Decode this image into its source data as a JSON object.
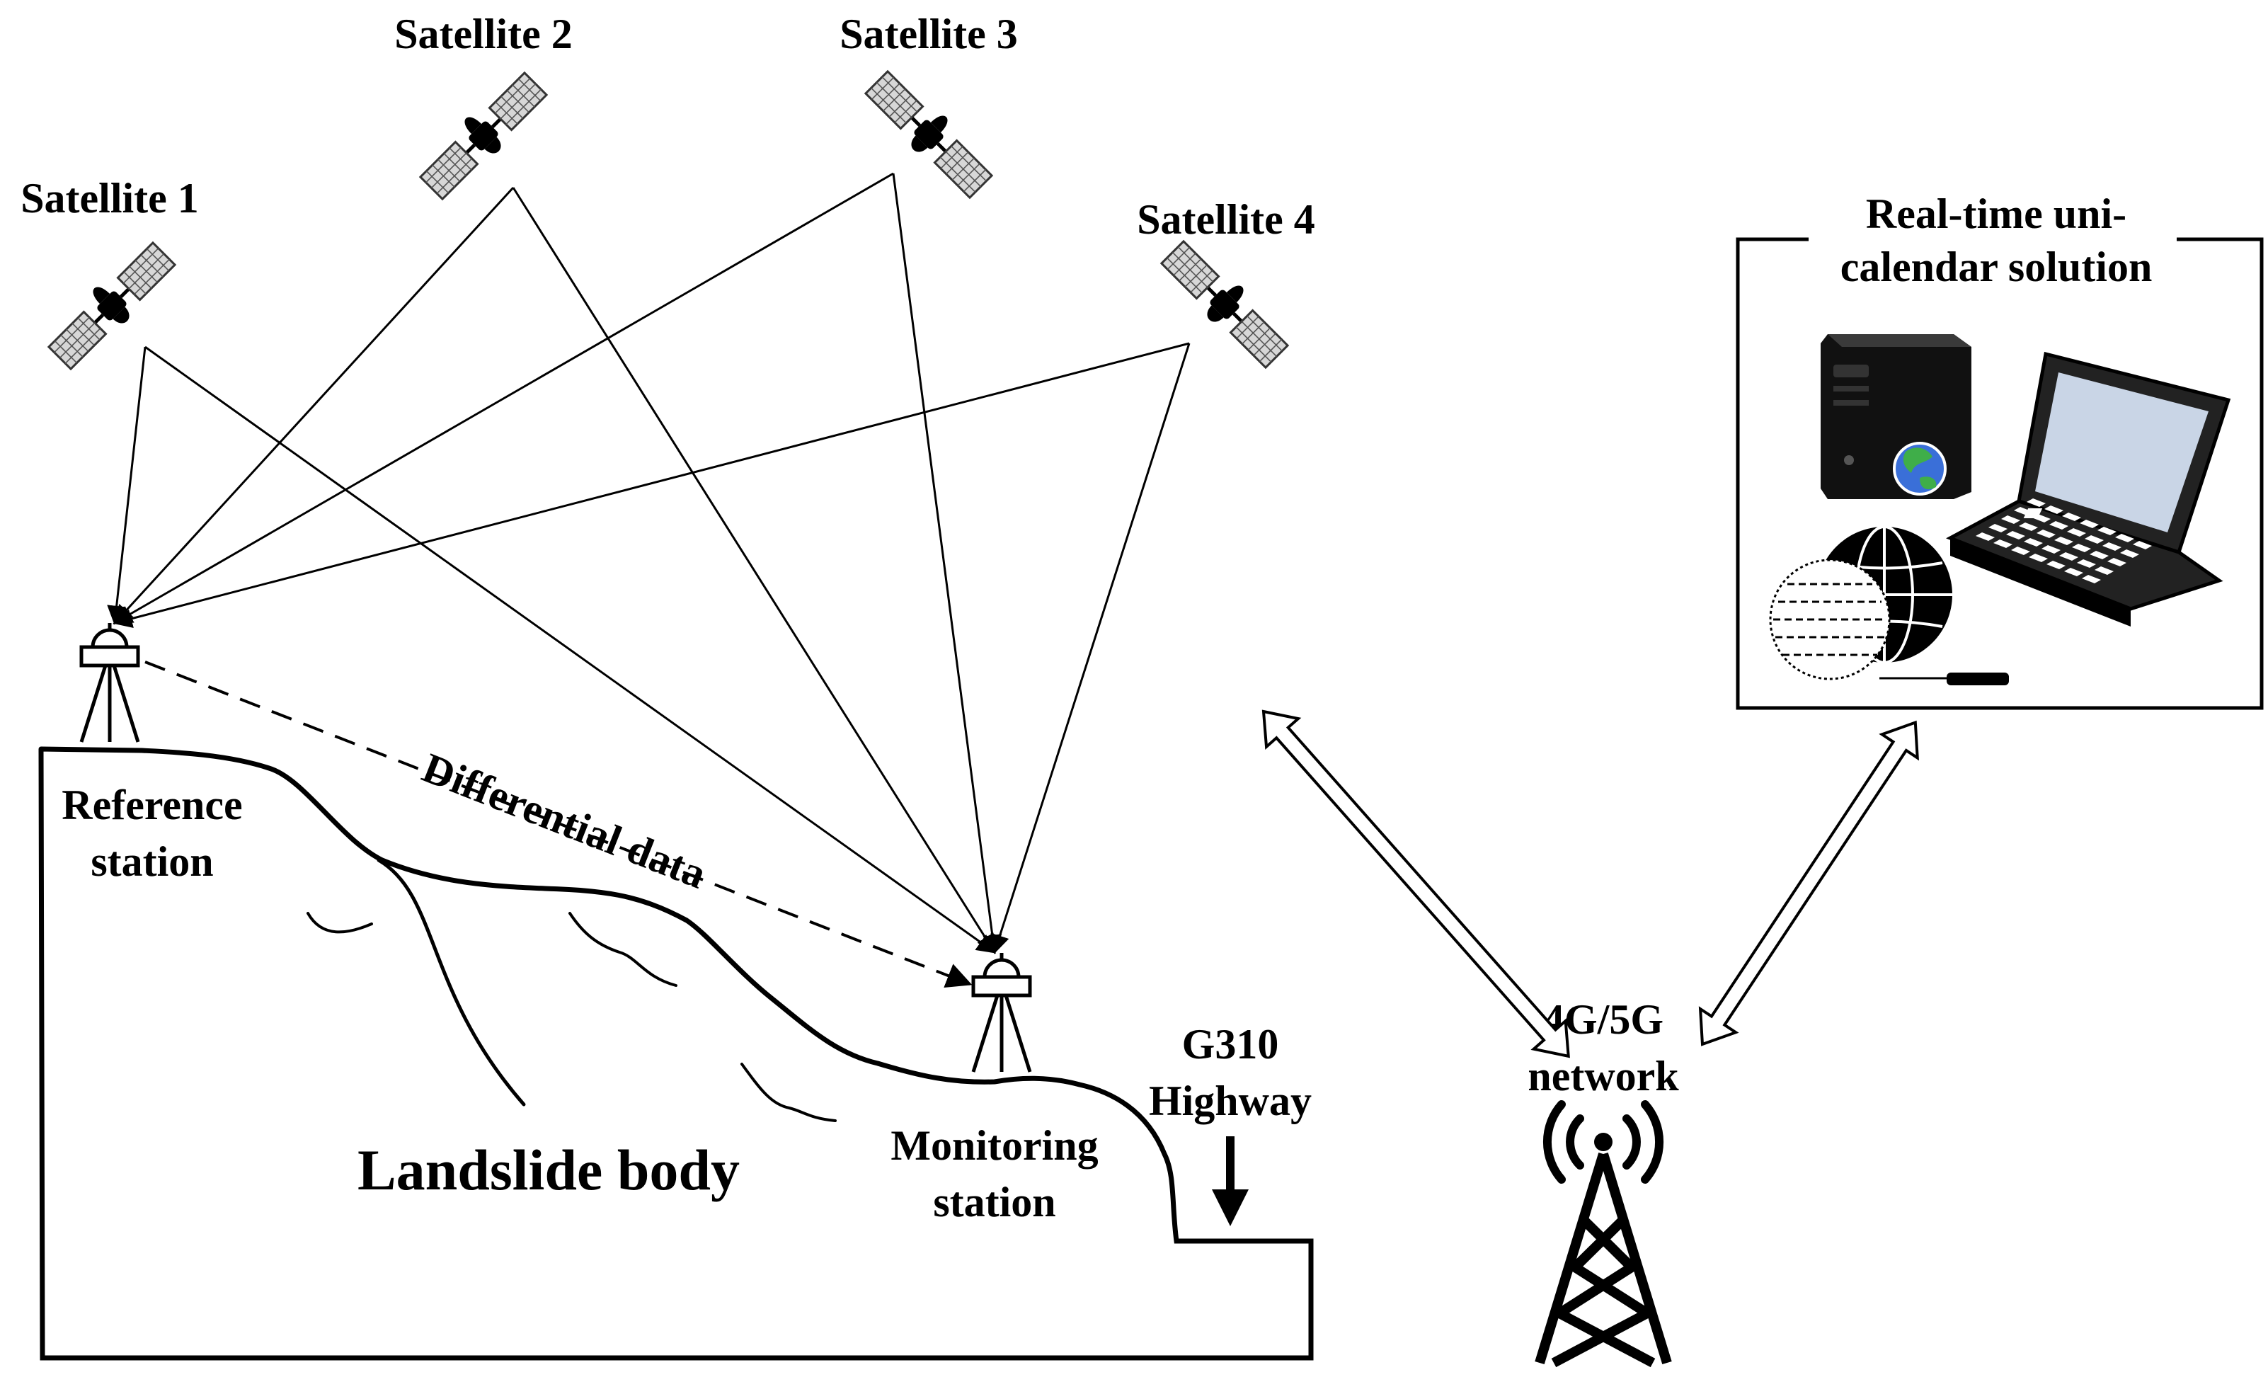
{
  "satellites": [
    {
      "label": "Satellite 1"
    },
    {
      "label": "Satellite 2"
    },
    {
      "label": "Satellite 3"
    },
    {
      "label": "Satellite 4"
    }
  ],
  "stations": {
    "reference_line1": "Reference",
    "reference_line2": "station",
    "monitoring_line1": "Monitoring",
    "monitoring_line2": "station"
  },
  "differential_label": "Differential data",
  "landslide_label": "Landslide body",
  "highway": {
    "line1": "G310",
    "line2": "Highway"
  },
  "network": {
    "line1": "4G/5G",
    "line2": "network"
  },
  "solution_box": {
    "line1": "Real-time uni-",
    "line2": "calendar solution"
  },
  "icons": [
    "satellite-icon",
    "gnss-receiver-icon",
    "tower-icon",
    "server-icon",
    "laptop-icon",
    "globe-icon"
  ],
  "colors": {
    "line": "#000000",
    "globe_blue": "#3a6fd8",
    "globe_green": "#3fae49"
  }
}
